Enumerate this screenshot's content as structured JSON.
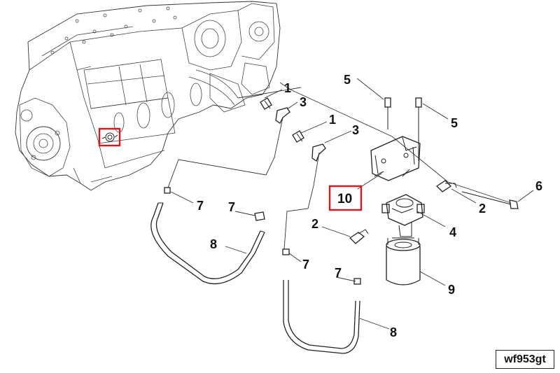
{
  "callouts": {
    "c1a": "1",
    "c1b": "1",
    "c2a": "2",
    "c2b": "2",
    "c3a": "3",
    "c3b": "3",
    "c4": "4",
    "c5a": "5",
    "c5b": "5",
    "c6": "6",
    "c7a": "7",
    "c7b": "7",
    "c7c": "7",
    "c7d": "7",
    "c8a": "8",
    "c8b": "8",
    "c9": "9",
    "c10": "10"
  },
  "drawing_code": "wf953gt",
  "colors": {
    "highlight": "#e0141e",
    "line": "#222222"
  }
}
